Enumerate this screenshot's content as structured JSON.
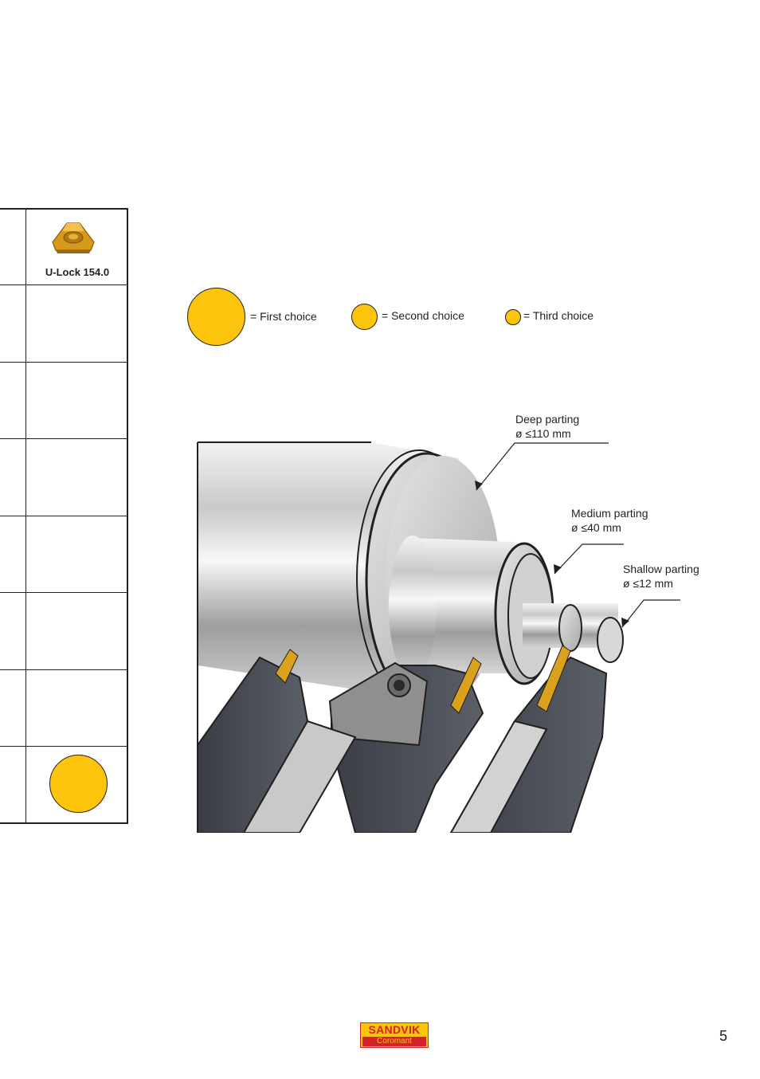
{
  "table": {
    "column_header": "U-Lock 154.0",
    "rows": [
      "",
      "",
      "",
      "",
      "",
      "",
      "first-choice"
    ]
  },
  "legend": {
    "first": "= First choice",
    "second": "= Second choice",
    "third": "= Third choice"
  },
  "callouts": {
    "deep": {
      "line1": "Deep parting",
      "line2": "ø ≤110 mm"
    },
    "medium": {
      "line1": "Medium parting",
      "line2": "ø ≤40 mm"
    },
    "shallow": {
      "line1": "Shallow parting",
      "line2": "ø ≤12 mm"
    }
  },
  "logo": {
    "brand": "SANDVIK",
    "sub": "Coromant"
  },
  "page_number": "5",
  "colors": {
    "choice_yellow": "#fcc40c",
    "logo_red": "#d2232a",
    "line": "#231f20"
  }
}
